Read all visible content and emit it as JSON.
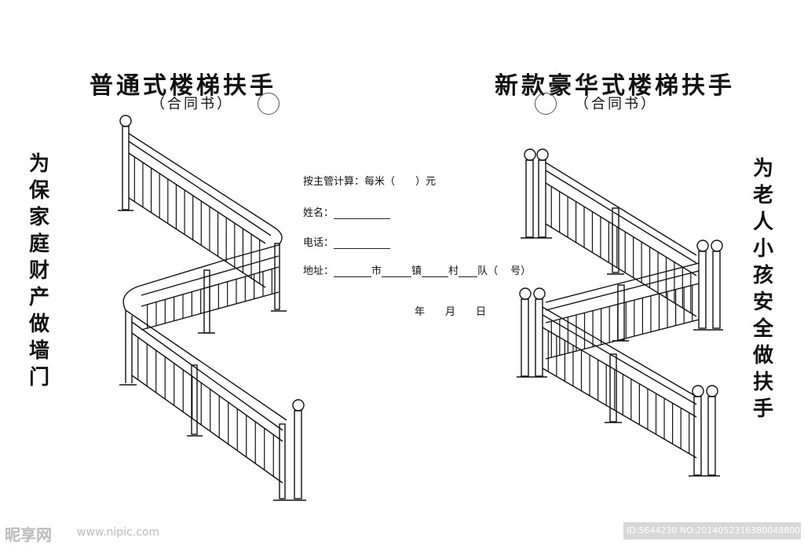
{
  "left": {
    "title": "普通式楼梯扶手",
    "subtitle": "（合同书）",
    "vertical_slogan": [
      "为",
      "保",
      "家",
      "庭",
      "财",
      "产",
      "做",
      "墙",
      "门"
    ]
  },
  "right": {
    "title": "新款豪华式楼梯扶手",
    "subtitle": "（合同书）",
    "vertical_slogan": [
      "为",
      "老",
      "人",
      "小",
      "孩",
      "安",
      "全",
      "做",
      "扶",
      "手"
    ]
  },
  "form": {
    "pricing": "按主管计算：每米（　　）元",
    "name_label": "姓名：",
    "phone_label": "电话：",
    "address_label": "地址：",
    "city": "市",
    "town": "镇",
    "village": "村",
    "team": "队（",
    "number": "号）",
    "date": "年　　月　　日"
  },
  "watermark": {
    "logo": "昵享网",
    "site": "www.nipic.com",
    "id_text": "ID:5644230 NO:20140523163800488000"
  }
}
